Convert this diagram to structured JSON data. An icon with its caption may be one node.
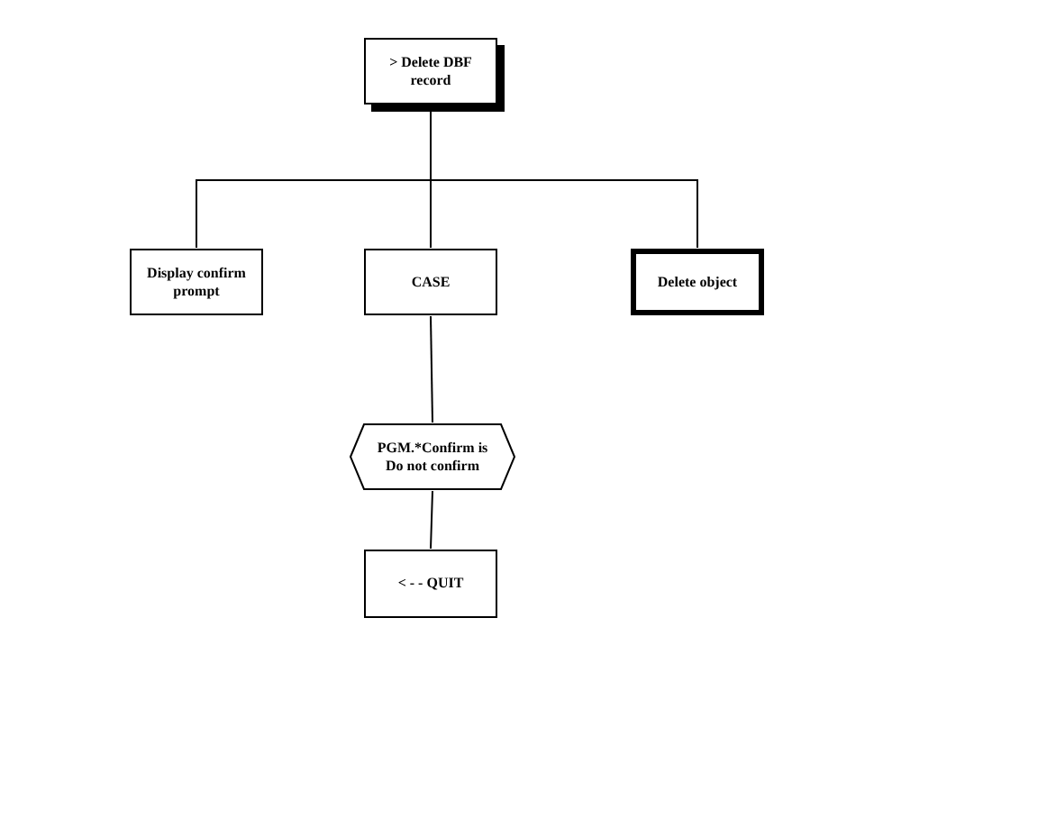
{
  "diagram": {
    "nodes": [
      {
        "text": [
          "> Delete DBF record"
        ]
      },
      {
        "text": [
          "Display confirm prompt"
        ]
      },
      {
        "text": [
          "CASE"
        ]
      },
      {
        "text": [
          "Delete object"
        ]
      },
      {
        "text": [
          "PGM.*Confirm is Do not confirm"
        ]
      },
      {
        "text": [
          "< - - QUIT"
        ]
      }
    ],
    "edges": [
      {
        "from": 0,
        "to": 1,
        "arrow": "none"
      },
      {
        "from": 0,
        "to": 2,
        "arrow": "none"
      },
      {
        "from": 0,
        "to": 3,
        "arrow": "none"
      },
      {
        "from": 2,
        "to": 4,
        "arrow": "none"
      },
      {
        "from": 4,
        "to": 5,
        "arrow": "none"
      }
    ]
  }
}
